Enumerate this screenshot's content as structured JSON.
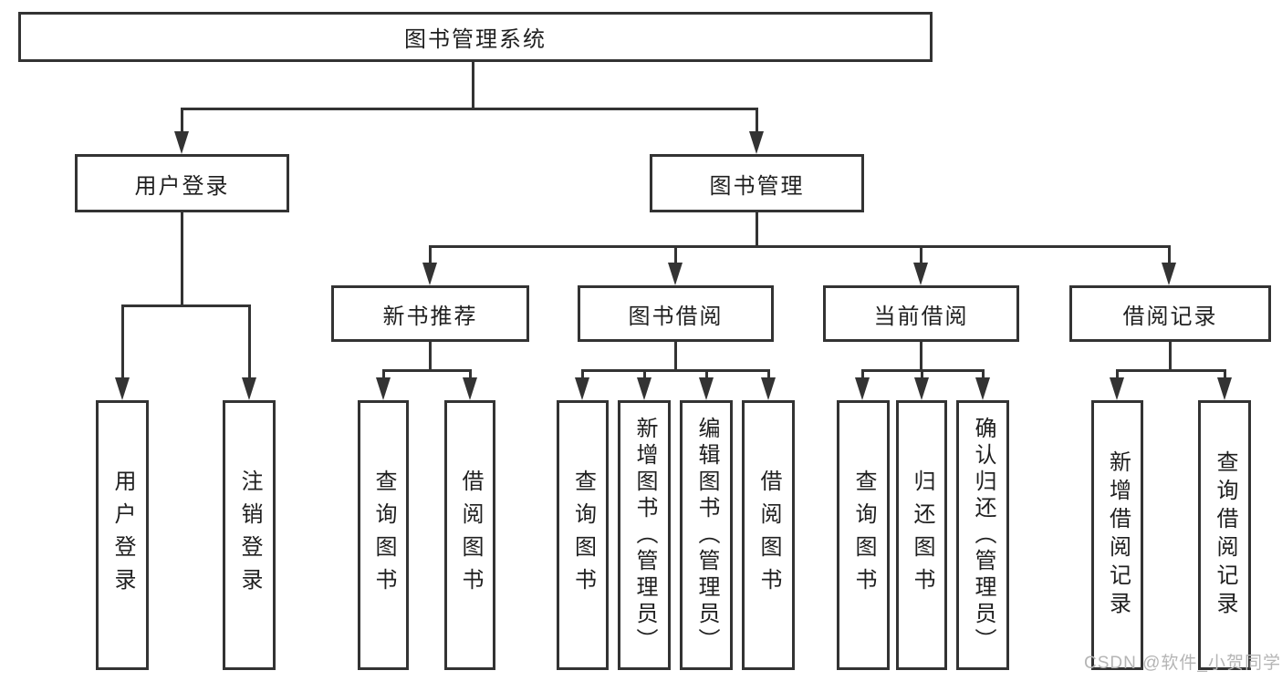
{
  "tree": {
    "label": "图书管理系统",
    "children": [
      {
        "label": "用户登录",
        "children": [
          {
            "label": "用户登录"
          },
          {
            "label": "注销登录"
          }
        ]
      },
      {
        "label": "图书管理",
        "children": [
          {
            "label": "新书推荐",
            "children": [
              {
                "label": "查询图书"
              },
              {
                "label": "借阅图书"
              }
            ]
          },
          {
            "label": "图书借阅",
            "children": [
              {
                "label": "查询图书"
              },
              {
                "label": "新增图书（管理员）"
              },
              {
                "label": "编辑图书（管理员）"
              },
              {
                "label": "借阅图书"
              }
            ]
          },
          {
            "label": "当前借阅",
            "children": [
              {
                "label": "查询图书"
              },
              {
                "label": "归还图书"
              },
              {
                "label": "确认归还（管理员）"
              }
            ]
          },
          {
            "label": "借阅记录",
            "children": [
              {
                "label": "新增借阅记录"
              },
              {
                "label": "查询借阅记录"
              }
            ]
          }
        ]
      }
    ]
  },
  "watermark": "CSDN @软件_小贺同学",
  "colors": {
    "line": "#333333",
    "text": "#1f1f1f",
    "background": "#ffffff",
    "watermark": "#b5b5b5"
  }
}
